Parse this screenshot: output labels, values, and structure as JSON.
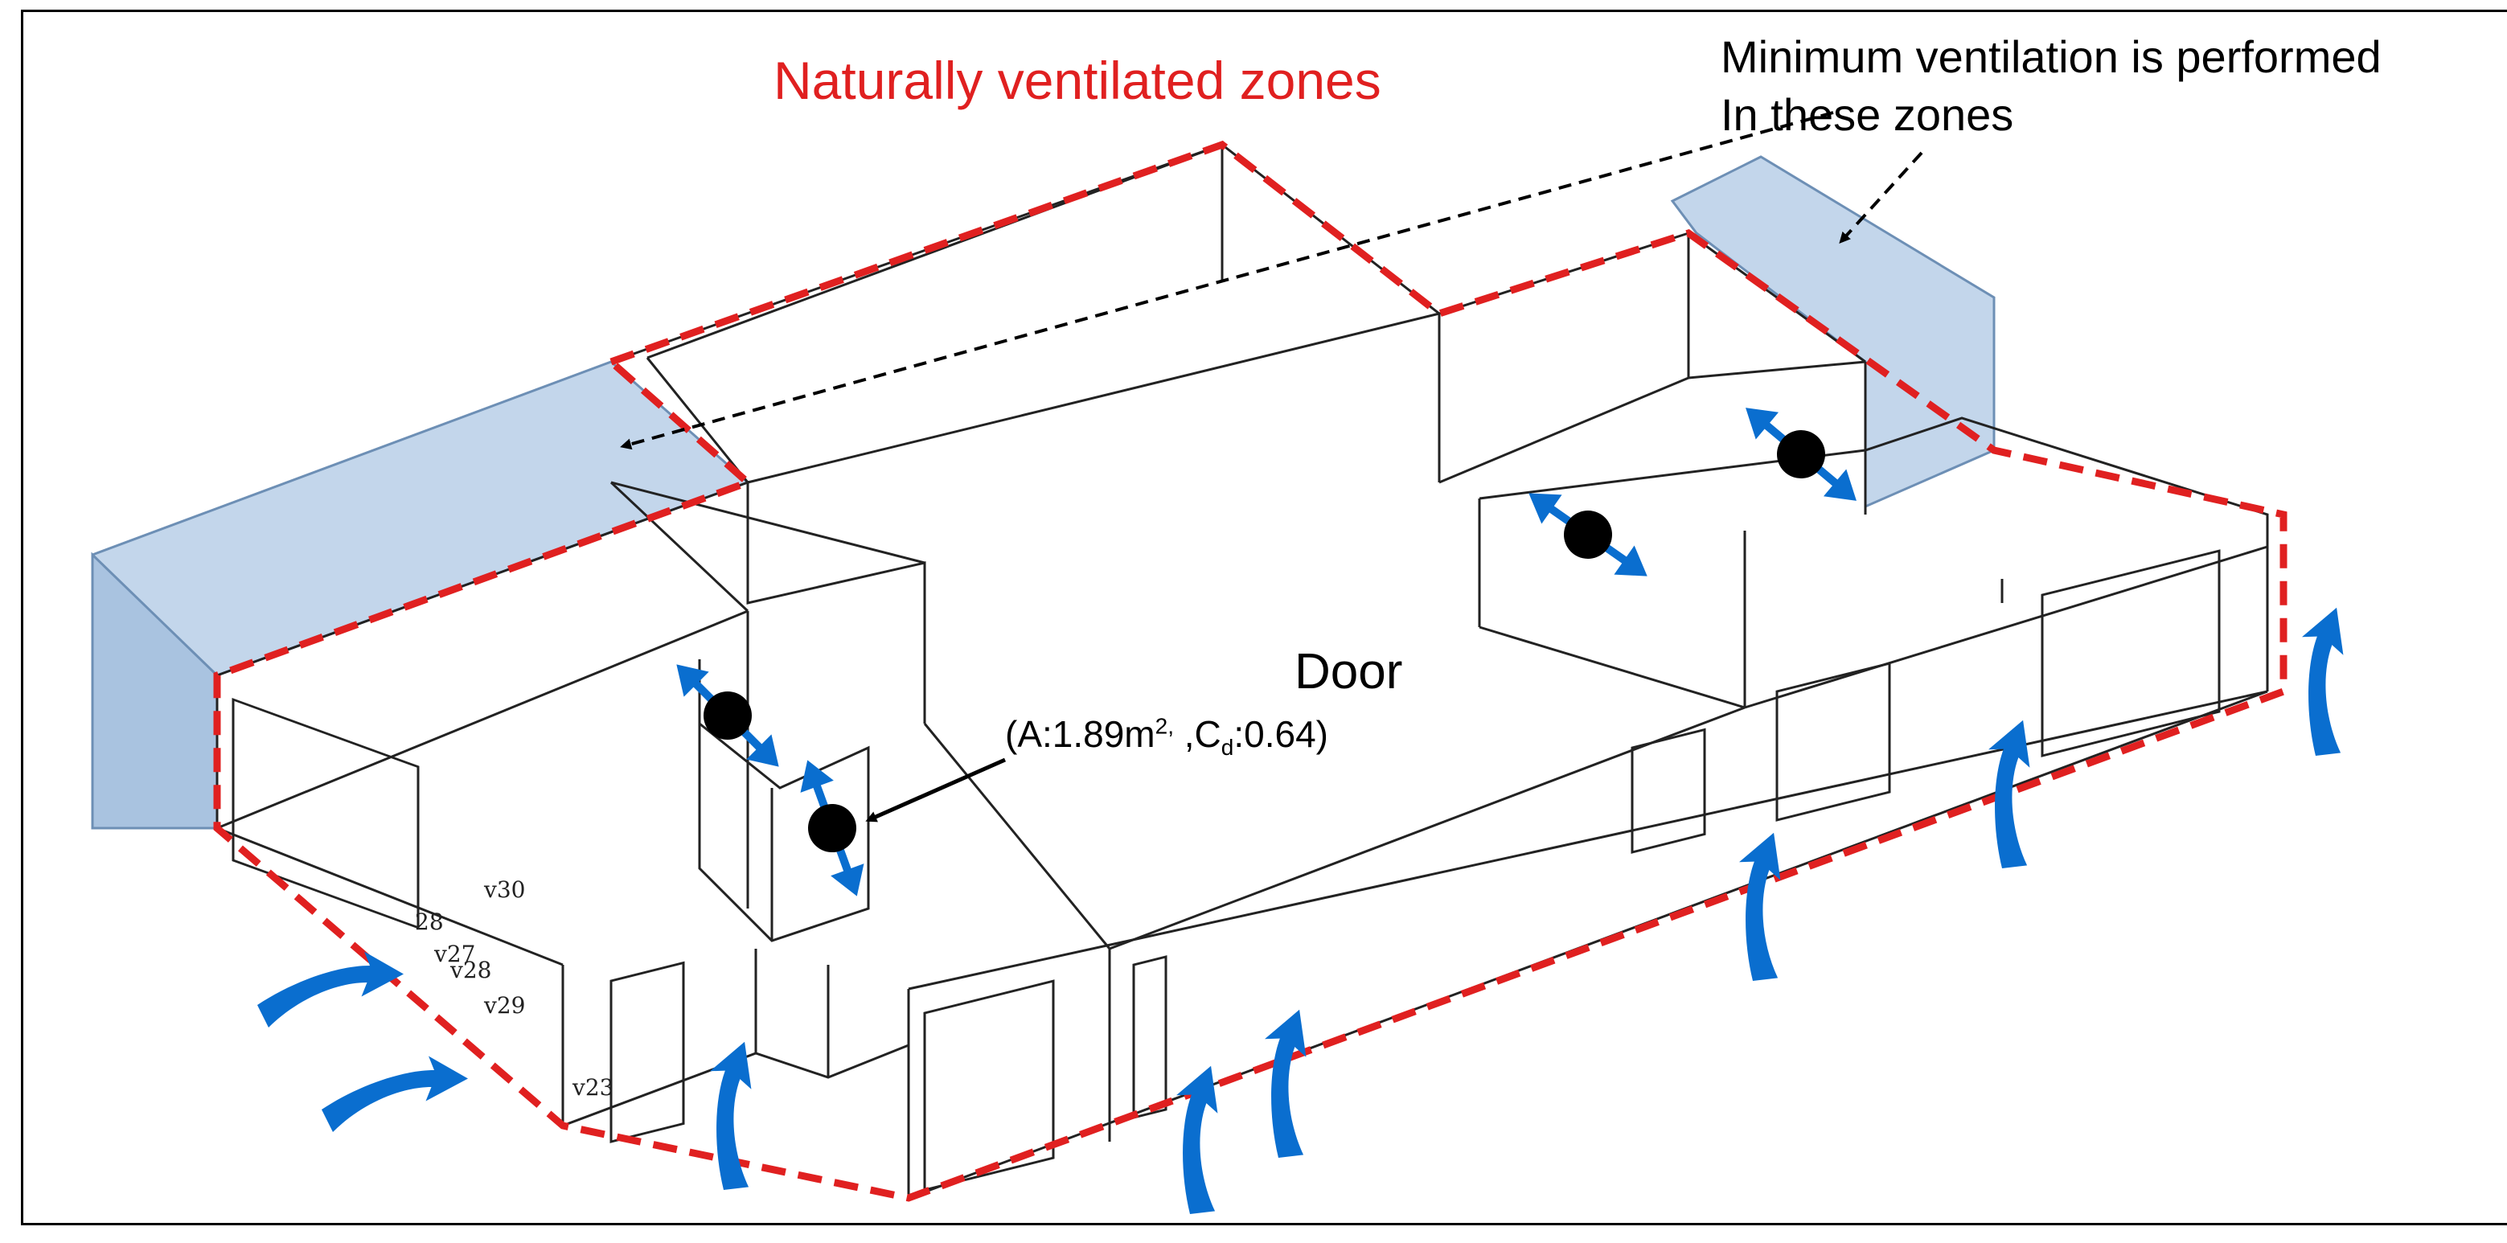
{
  "colors": {
    "zone_outline": "#e02020",
    "min_zone_fill": "#b8cfe8",
    "airflow_arrow": "#0a6ecf",
    "edges": "#222222"
  },
  "labels": {
    "title": "Naturally ventilated zones",
    "note_line1": "Minimum ventilation is performed",
    "note_line2": "In these zones",
    "door": "Door",
    "door_spec_prefix": "(A:1.89m",
    "door_spec_sup": "2,",
    "door_spec_mid": " ,C",
    "door_spec_sub": "d",
    "door_spec_suffix": ":0.64)",
    "vent_labels": [
      "v30",
      "v27",
      "v28",
      "v29",
      "v23",
      "28"
    ]
  },
  "icons": {
    "airflow": "curved-airflow-arrow-icon",
    "door_flow": "bidirectional-door-flow-icon"
  }
}
